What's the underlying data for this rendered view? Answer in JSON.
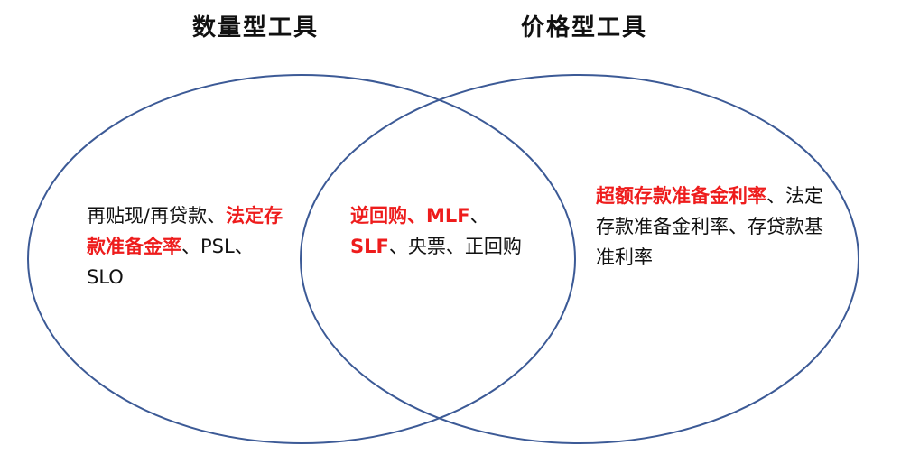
{
  "titles": {
    "left": "数量型工具",
    "right": "价格型工具"
  },
  "colors": {
    "circle_stroke": "#3c5a96",
    "highlight": "#ee1c1c",
    "text": "#111111"
  },
  "regions": {
    "quantity_only": {
      "plain_1": "再贴现/再贷款、",
      "highlight_1": "法定存款准备金率",
      "plain_2": "、PSL、SLO"
    },
    "both": {
      "highlight_1": "逆回购、MLF",
      "plain_1": "、",
      "highlight_2": "SLF",
      "plain_2": "、央票、正回购"
    },
    "price_only": {
      "highlight_1": "超额存款准备金利率",
      "plain_1": "、法定存款准备金利率、存贷款基准利率"
    }
  }
}
